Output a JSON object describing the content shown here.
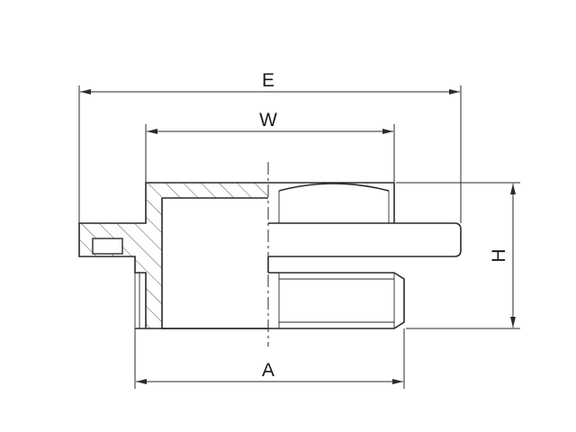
{
  "drawing": {
    "dimensions": {
      "overall_length": "E",
      "width": "W",
      "thread_diameter": "A",
      "height": "H"
    },
    "colors": {
      "line": "#2a2a2a",
      "background": "#ffffff"
    }
  }
}
